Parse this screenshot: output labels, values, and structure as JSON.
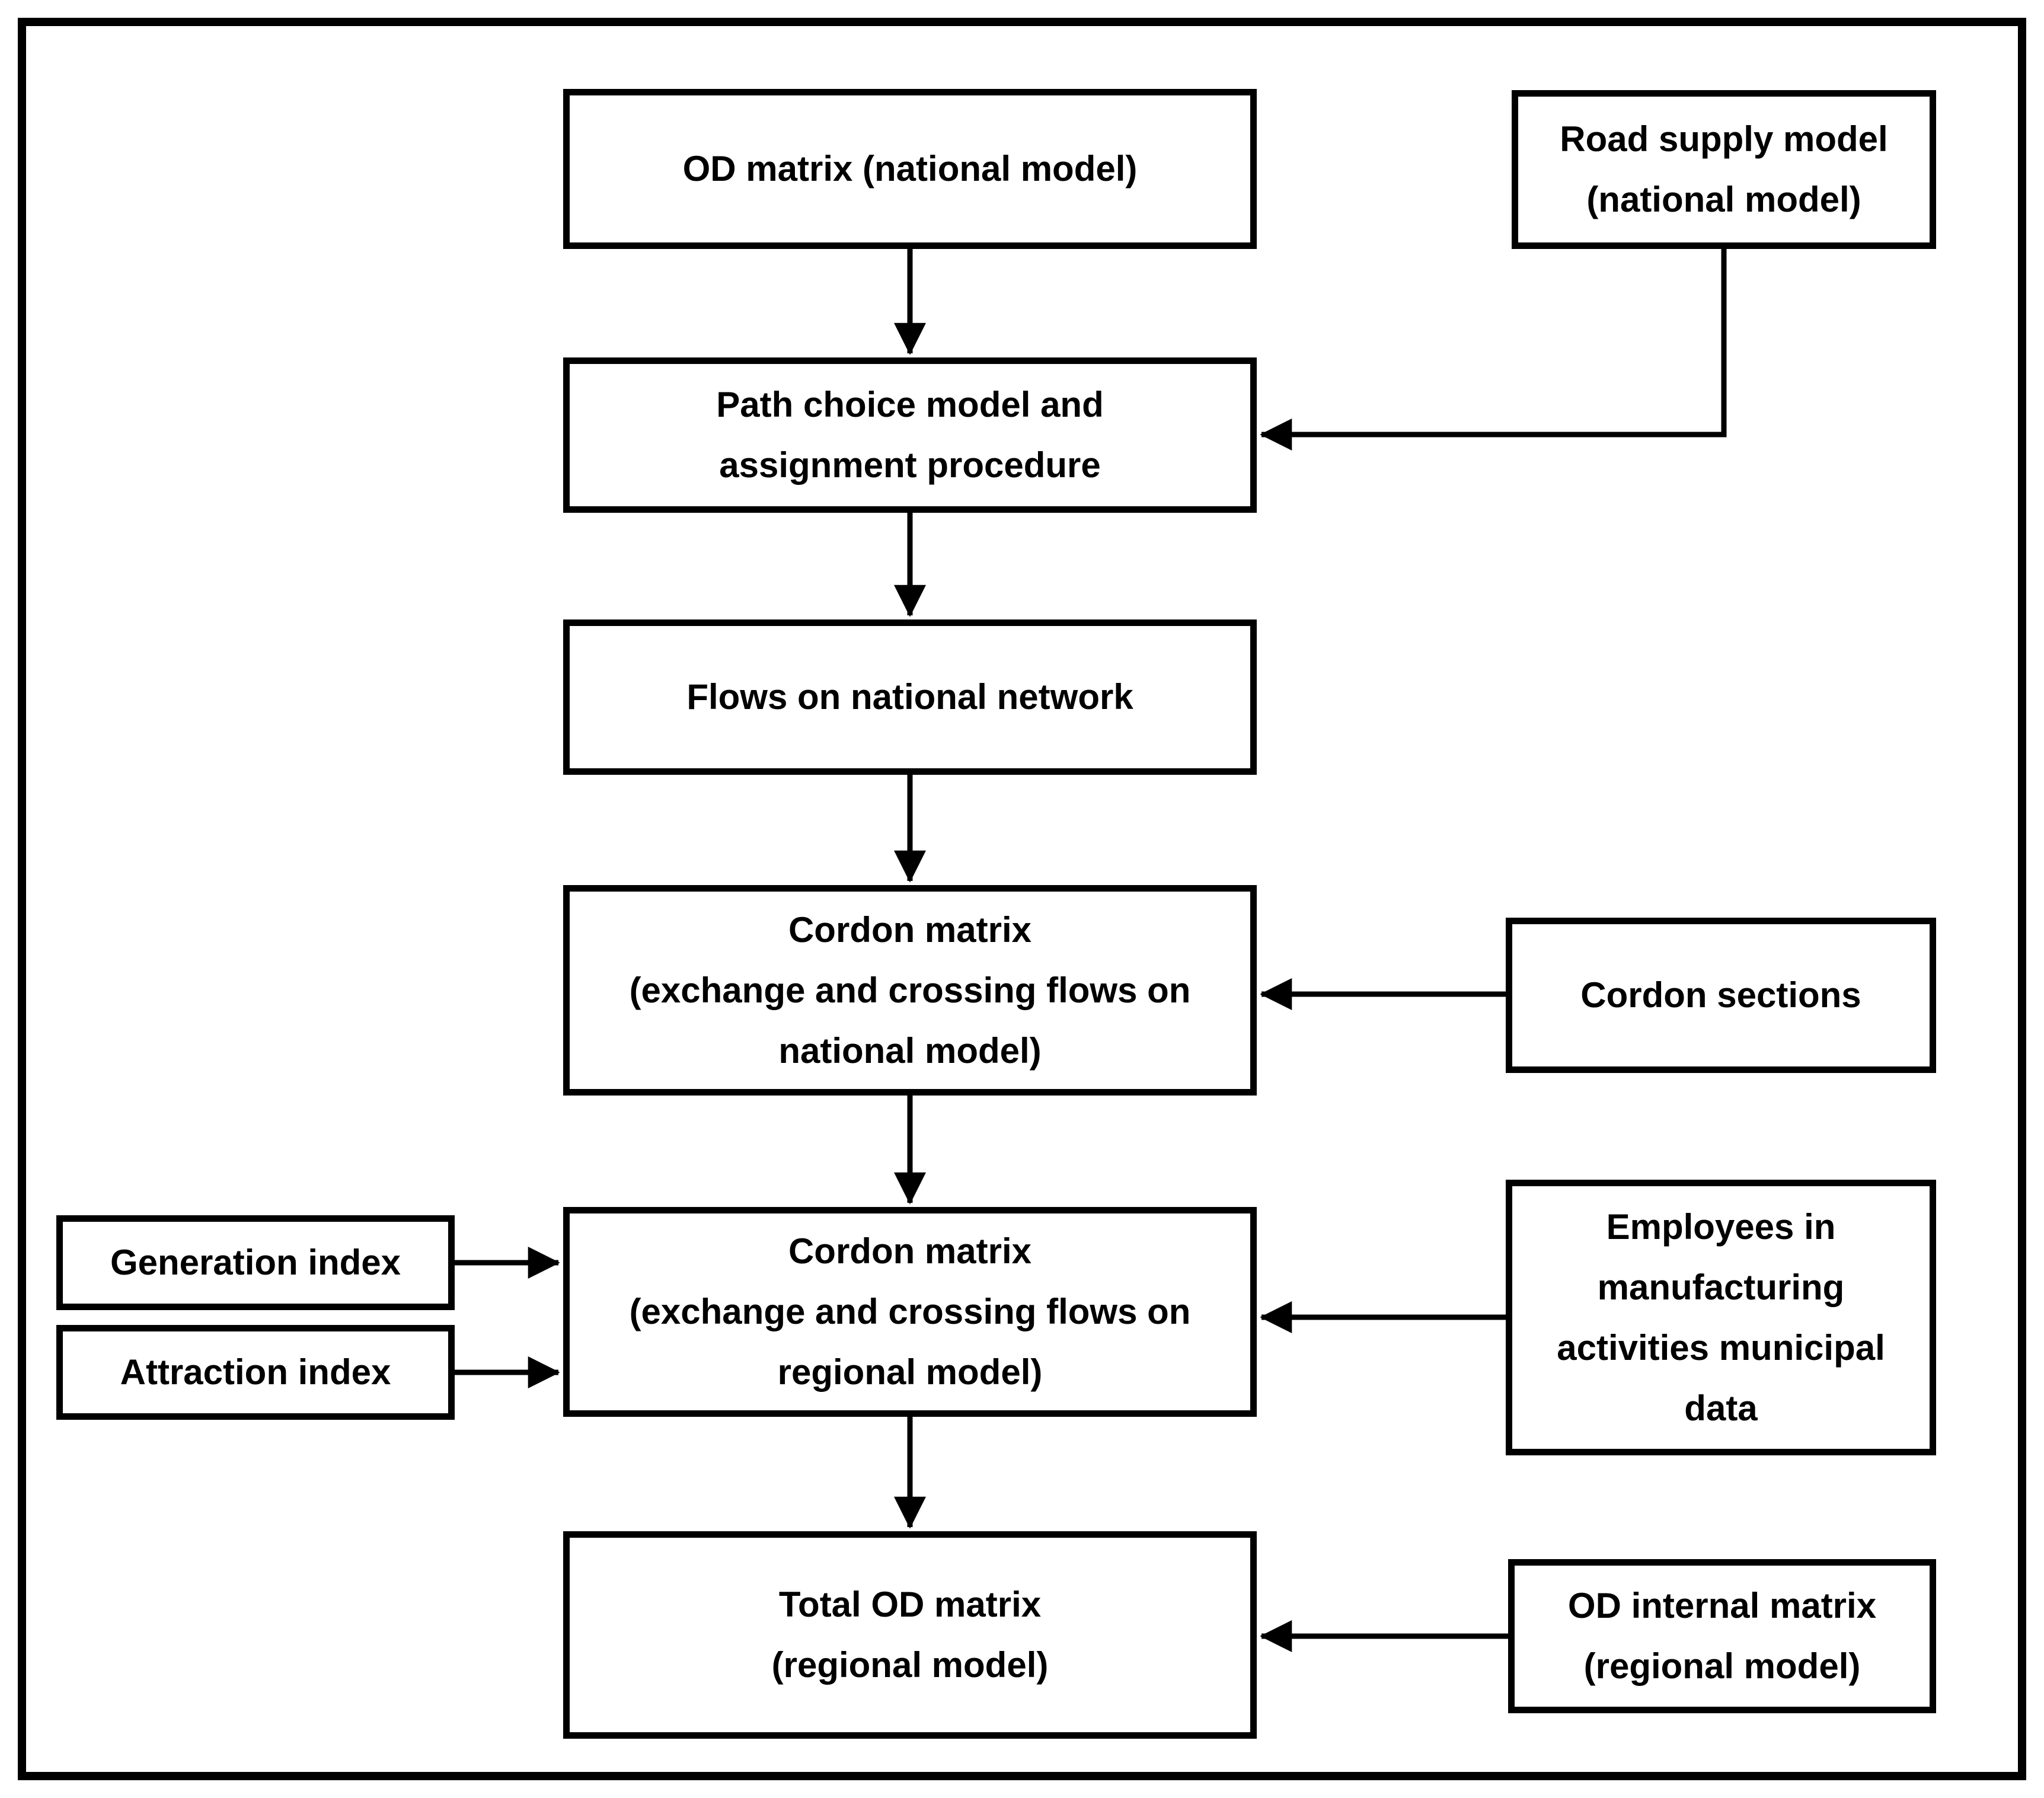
{
  "diagram": {
    "type": "flowchart",
    "colors": {
      "box_border": "#000000",
      "box_fill": "#ffffff",
      "text": "#000000",
      "arrow": "#000000",
      "background": "#ffffff"
    },
    "nodes": {
      "od_national": {
        "label": "OD matrix (national model)"
      },
      "road_supply": {
        "label": "Road supply model\n(national model)"
      },
      "path_choice": {
        "label": "Path choice model and\nassignment procedure"
      },
      "flows_national": {
        "label": "Flows on national network"
      },
      "cordon_national": {
        "label": "Cordon matrix\n(exchange and crossing flows on\nnational model)"
      },
      "cordon_sections": {
        "label": "Cordon sections"
      },
      "generation_index": {
        "label": "Generation index"
      },
      "attraction_index": {
        "label": "Attraction index"
      },
      "cordon_regional": {
        "label": "Cordon matrix\n(exchange and crossing flows on\nregional model)"
      },
      "employees": {
        "label": "Employees in\nmanufacturing\nactivities municipal\ndata"
      },
      "total_od": {
        "label": "Total OD matrix\n(regional model)"
      },
      "od_internal": {
        "label": "OD internal matrix\n(regional model)"
      }
    },
    "edges": [
      {
        "from": "od_national",
        "to": "path_choice"
      },
      {
        "from": "road_supply",
        "to": "path_choice"
      },
      {
        "from": "path_choice",
        "to": "flows_national"
      },
      {
        "from": "flows_national",
        "to": "cordon_national"
      },
      {
        "from": "cordon_sections",
        "to": "cordon_national"
      },
      {
        "from": "cordon_national",
        "to": "cordon_regional"
      },
      {
        "from": "generation_index",
        "to": "cordon_regional"
      },
      {
        "from": "attraction_index",
        "to": "cordon_regional"
      },
      {
        "from": "employees",
        "to": "cordon_regional"
      },
      {
        "from": "cordon_regional",
        "to": "total_od"
      },
      {
        "from": "od_internal",
        "to": "total_od"
      }
    ]
  }
}
